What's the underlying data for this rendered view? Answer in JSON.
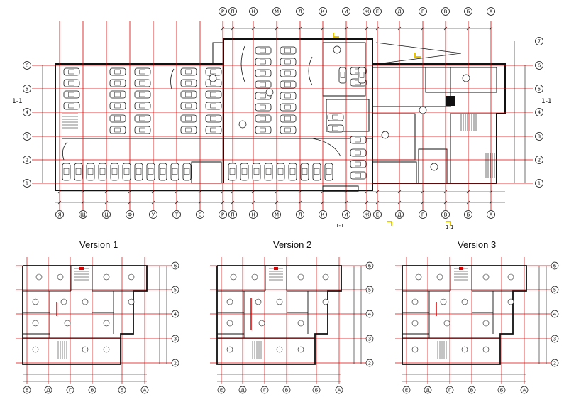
{
  "main_plan": {
    "top_axes": [
      "Р",
      "П",
      "Н",
      "М",
      "Л",
      "К",
      "И",
      "Ж",
      "Е",
      "Д",
      "Г",
      "В",
      "Б",
      "А"
    ],
    "bottom_axes": [
      "Я",
      "Щ",
      "Ц",
      "Ф",
      "У",
      "Т",
      "С",
      "Р",
      "П",
      "Н",
      "М",
      "Л",
      "К",
      "И",
      "Ж",
      "Е",
      "Д",
      "Г",
      "В",
      "Б",
      "А"
    ],
    "row_axes": [
      "6",
      "5",
      "4",
      "3",
      "2",
      "1"
    ],
    "section_marks": [
      "1-1",
      "1-1",
      "1-1",
      "1-1"
    ]
  },
  "versions": [
    {
      "title": "Version 1",
      "col_axes": [
        "Е",
        "Д",
        "Г",
        "В",
        "Б",
        "А"
      ],
      "row_axes": [
        "6",
        "5",
        "4",
        "3",
        "2"
      ]
    },
    {
      "title": "Version 2",
      "col_axes": [
        "Е",
        "Д",
        "Г",
        "В",
        "Б",
        "А"
      ],
      "row_axes": [
        "6",
        "5",
        "4",
        "3",
        "2"
      ]
    },
    {
      "title": "Version 3",
      "col_axes": [
        "Е",
        "Д",
        "Г",
        "В",
        "Б",
        "А"
      ],
      "row_axes": [
        "6",
        "5",
        "4",
        "3",
        "2"
      ]
    }
  ],
  "colors": {
    "line": "#111111",
    "grid": "#e00000",
    "accent": "#e8c400"
  }
}
